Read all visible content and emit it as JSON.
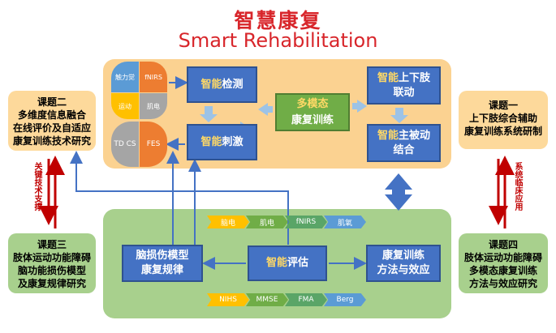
{
  "title": {
    "cn": "智慧康复",
    "en": "Smart Rehabilitation"
  },
  "top_panel": {
    "quadrants": [
      "触力觉",
      "fNIRS",
      "运动",
      "肌电",
      "TD CS",
      "FES"
    ],
    "detect": {
      "prefix": "智能",
      "suffix": "检测"
    },
    "stim": {
      "prefix": "智能",
      "suffix": "刺激"
    },
    "multimodal": {
      "line1": "多模态",
      "line2": "康复训练"
    },
    "limb": {
      "prefix": "智能",
      "suffix": "上下肢",
      "line2": "联动"
    },
    "active_passive": {
      "prefix": "智能",
      "suffix": "主被动",
      "line2": "结合"
    }
  },
  "bottom_panel": {
    "model": {
      "line1": "脑损伤模型",
      "line2": "康复规律"
    },
    "eval": {
      "prefix": "智能",
      "suffix": "评估"
    },
    "training": {
      "line1": "康复训练",
      "line2": "方法与效应"
    },
    "signals": [
      "脑电",
      "肌电",
      "fNIRS",
      "肌氧"
    ],
    "scales": [
      "NIHS",
      "MMSE",
      "FMA",
      "Berg"
    ]
  },
  "side_topics": {
    "t2": [
      "课题二",
      "多维度信息融合",
      "在线评价及自适应",
      "康复训练技术研究"
    ],
    "t1": [
      "课题一",
      "上下肢综合辅助",
      "康复训练系统研制"
    ],
    "t3": [
      "课题三",
      "肢体运动功能障碍",
      "脑功能损伤模型",
      "及康复规律研究"
    ],
    "t4": [
      "课题四",
      "肢体运动功能障碍",
      "多模态康复训练",
      "方法与效应研究"
    ]
  },
  "side_labels": {
    "left": "关键技术支撑",
    "right": "系统临床应用"
  },
  "colors": {
    "orange": "#fbd291",
    "green": "#a8d08d",
    "blue": "#4472c4",
    "red": "#d8262b",
    "quad_blue": "#5b9bd5",
    "quad_gold": "#ffc000",
    "quad_orange": "#ed7d31",
    "quad_gray": "#a5a5a5"
  }
}
